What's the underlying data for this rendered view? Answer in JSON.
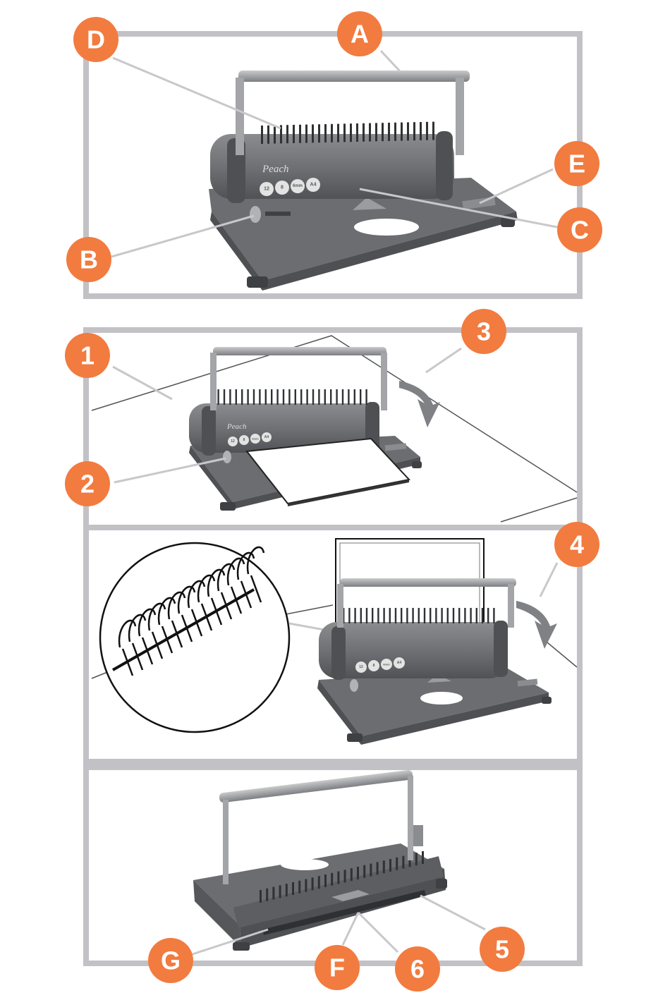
{
  "brand": "Peach",
  "chips": [
    "12",
    "8",
    "6mm",
    "A4"
  ],
  "callouts": {
    "A": "A",
    "B": "B",
    "C": "C",
    "D": "D",
    "E": "E",
    "F": "F",
    "G": "G",
    "s1": "1",
    "s2": "2",
    "s3": "3",
    "s4": "4",
    "s5": "5",
    "s6": "6"
  },
  "colors": {
    "callout": "#f27b3f",
    "frame": "#c2c2c6",
    "machine": "#6b6d70",
    "machine_dark": "#4e5053",
    "leader": "#c8c8cc"
  }
}
